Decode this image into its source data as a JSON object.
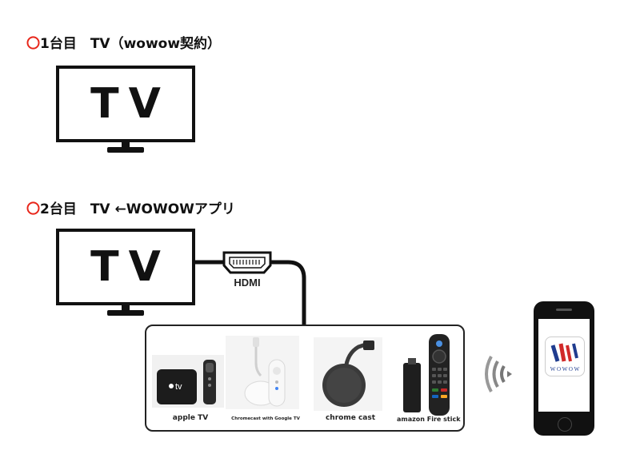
{
  "heading1": {
    "marker": "〇",
    "text": "1台目　TV（wowow契約）"
  },
  "heading2": {
    "marker": "〇",
    "text": "2台目　TV ←WOWOWアプリ"
  },
  "tv1": {
    "label": "TV"
  },
  "tv2": {
    "label": "TV"
  },
  "cable": {
    "label": "HDMI"
  },
  "devices": [
    {
      "label": "apple TV",
      "badge": "tv"
    },
    {
      "label": "Chromecast with Google TV"
    },
    {
      "label": "chrome cast"
    },
    {
      "label": "amazon Fire stick"
    }
  ],
  "phone": {
    "app_logo_text": "W O W O W",
    "app_name": "WOWOW"
  },
  "colors": {
    "marker": "#e8261a",
    "ink": "#111111"
  }
}
